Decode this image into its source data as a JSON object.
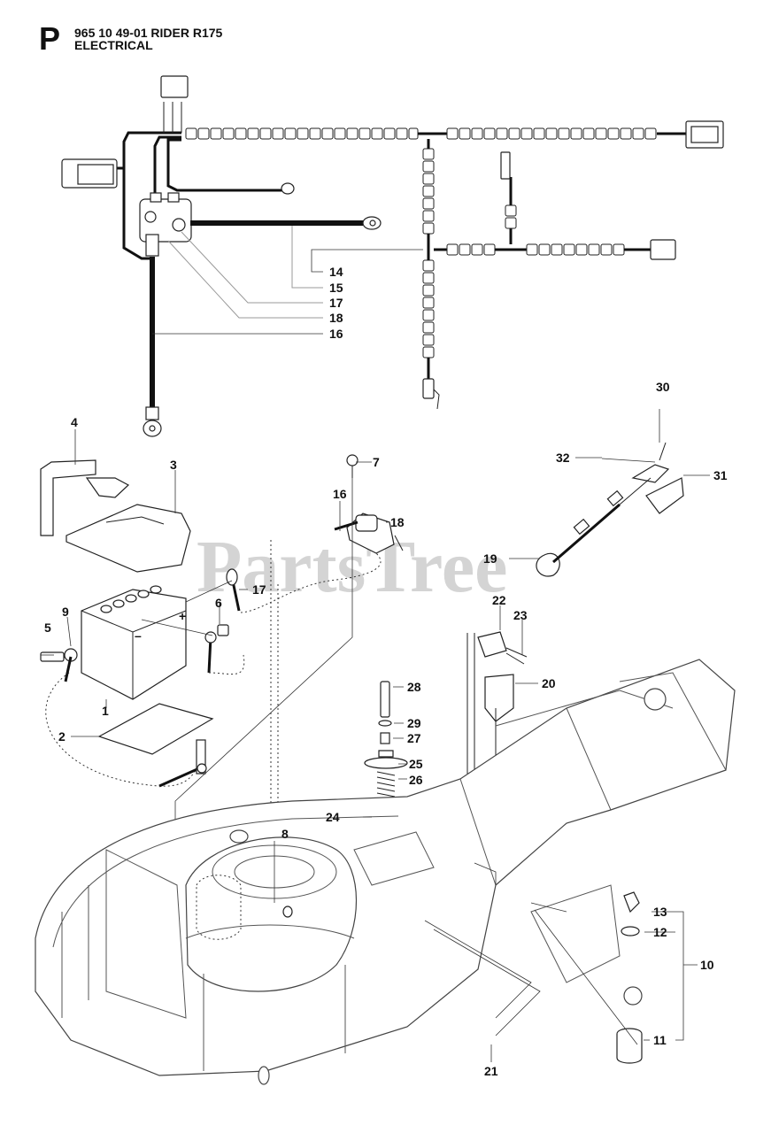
{
  "header": {
    "section_letter": "P",
    "part_title": "965 10 49-01 RIDER R175",
    "section_name": "ELECTRICAL"
  },
  "watermark": "PartsTree",
  "callouts": [
    {
      "id": "c1",
      "label": "1"
    },
    {
      "id": "c2",
      "label": "2"
    },
    {
      "id": "c3",
      "label": "3"
    },
    {
      "id": "c4",
      "label": "4"
    },
    {
      "id": "c5",
      "label": "5"
    },
    {
      "id": "c6",
      "label": "6"
    },
    {
      "id": "c7",
      "label": "7"
    },
    {
      "id": "c8",
      "label": "8"
    },
    {
      "id": "c9",
      "label": "9"
    },
    {
      "id": "c10",
      "label": "10"
    },
    {
      "id": "c11",
      "label": "11"
    },
    {
      "id": "c12",
      "label": "12"
    },
    {
      "id": "c13",
      "label": "13"
    },
    {
      "id": "c14",
      "label": "14"
    },
    {
      "id": "c15",
      "label": "15"
    },
    {
      "id": "c16a",
      "label": "16"
    },
    {
      "id": "c16b",
      "label": "16"
    },
    {
      "id": "c17a",
      "label": "17"
    },
    {
      "id": "c17b",
      "label": "17"
    },
    {
      "id": "c18a",
      "label": "18"
    },
    {
      "id": "c18b",
      "label": "18"
    },
    {
      "id": "c19",
      "label": "19"
    },
    {
      "id": "c20",
      "label": "20"
    },
    {
      "id": "c21",
      "label": "21"
    },
    {
      "id": "c22",
      "label": "22"
    },
    {
      "id": "c23",
      "label": "23"
    },
    {
      "id": "c24",
      "label": "24"
    },
    {
      "id": "c25",
      "label": "25"
    },
    {
      "id": "c26",
      "label": "26"
    },
    {
      "id": "c27",
      "label": "27"
    },
    {
      "id": "c28",
      "label": "28"
    },
    {
      "id": "c29",
      "label": "29"
    },
    {
      "id": "c30",
      "label": "30"
    },
    {
      "id": "c31",
      "label": "31"
    },
    {
      "id": "c32",
      "label": "32"
    }
  ]
}
